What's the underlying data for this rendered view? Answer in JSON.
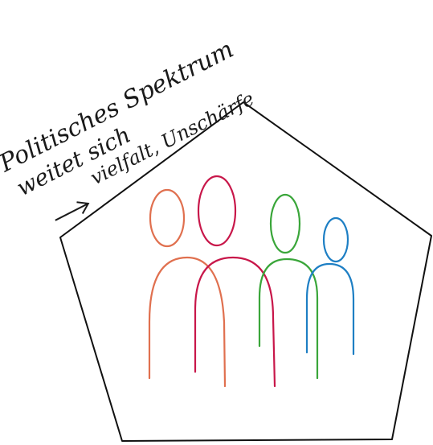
{
  "caption": {
    "line1": "Politisches Spektrum",
    "line2": "weitet sich",
    "line3": "vielfalt, Unschärfe"
  },
  "figures": [
    {
      "name": "orange-person",
      "color": "#e0704f"
    },
    {
      "name": "crimson-person",
      "color": "#c8174a"
    },
    {
      "name": "green-person",
      "color": "#3aa63a"
    },
    {
      "name": "blue-person",
      "color": "#1e7fc4"
    }
  ],
  "arrow": {
    "icon": "right-arrow-icon"
  }
}
